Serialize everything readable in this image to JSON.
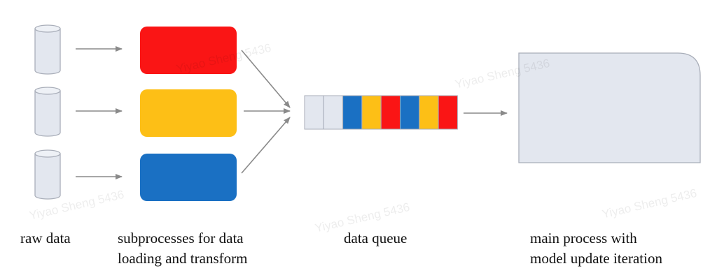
{
  "labels": {
    "raw_data": "raw data",
    "subprocesses_line1": "subprocesses for data",
    "subprocesses_line2": "loading and transform",
    "data_queue": "data queue",
    "main_line1": "main process with",
    "main_line2": "model update iteration"
  },
  "watermark": "Yiyao Sheng 5436",
  "colors": {
    "red": "#fa1515",
    "yellow": "#fdbf16",
    "blue": "#1a70c3",
    "gray_fill": "#e3e7ef",
    "gray_stroke": "#a9aeb9",
    "arrow": "#8a8a8a"
  },
  "queue_slots": [
    "gray",
    "gray",
    "blue",
    "yellow",
    "red",
    "blue",
    "yellow",
    "red"
  ]
}
